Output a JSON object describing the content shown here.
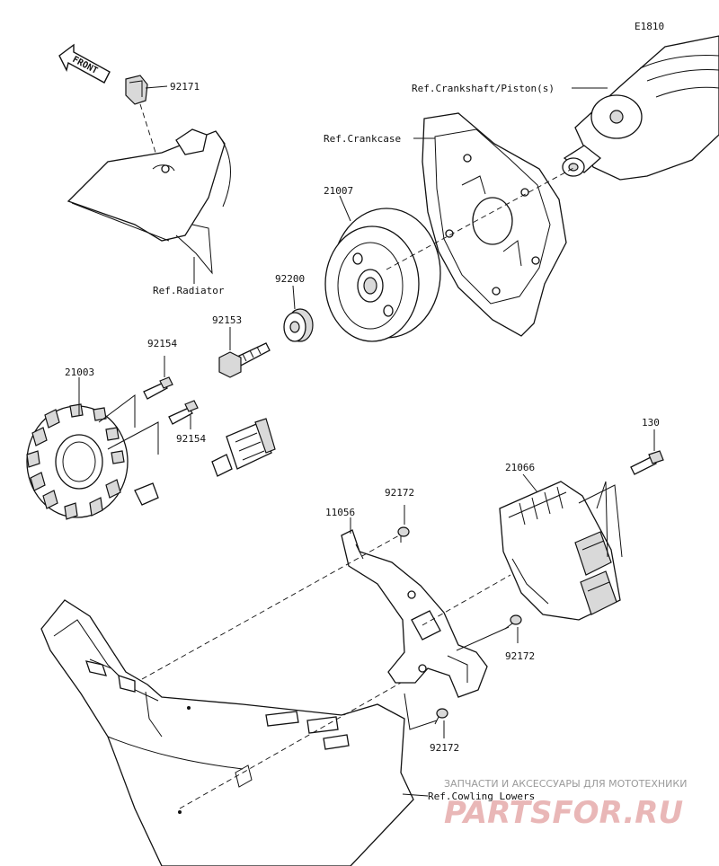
{
  "diagram_code": "E1810",
  "front_label": "FRONT",
  "refs": {
    "crankshaft": "Ref.Crankshaft/Piston(s)",
    "crankcase": "Ref.Crankcase",
    "radiator": "Ref.Radiator",
    "cowling": "Ref.Cowling Lowers"
  },
  "parts": {
    "p92171": "92171",
    "p21007": "21007",
    "p92200": "92200",
    "p92153": "92153",
    "p92154a": "92154",
    "p92154b": "92154",
    "p21003": "21003",
    "p130": "130",
    "p21066": "21066",
    "p92172a": "92172",
    "p11056": "11056",
    "p92172b": "92172",
    "p92172c": "92172"
  },
  "watermark": {
    "tagline": "ЗАПЧАСТИ И АКСЕССУАРЫ ДЛЯ МОТОТЕХНИКИ",
    "brand": "PARTSFOR.RU"
  }
}
